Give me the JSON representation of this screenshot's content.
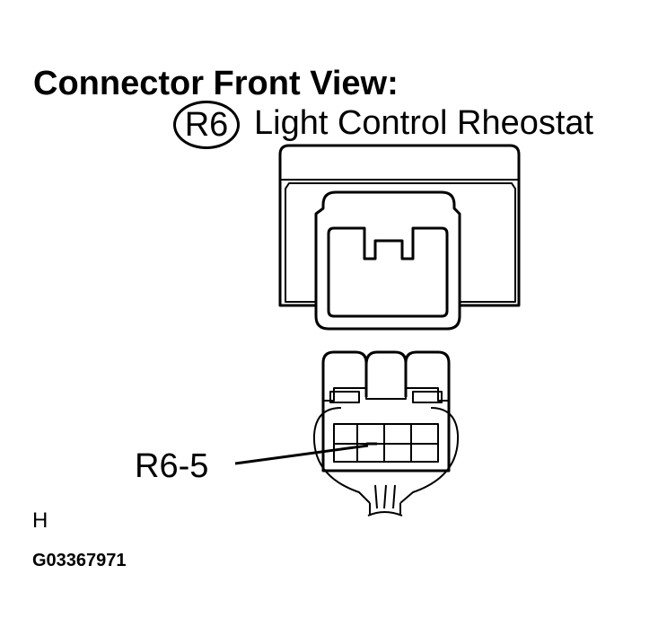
{
  "heading": "Connector Front View:",
  "connector": {
    "id": "R6",
    "name": "Light Control Rheostat"
  },
  "callout": {
    "pin_label": "R6-5"
  },
  "footer": {
    "letter_code": "H",
    "figure_code": "G03367971"
  }
}
